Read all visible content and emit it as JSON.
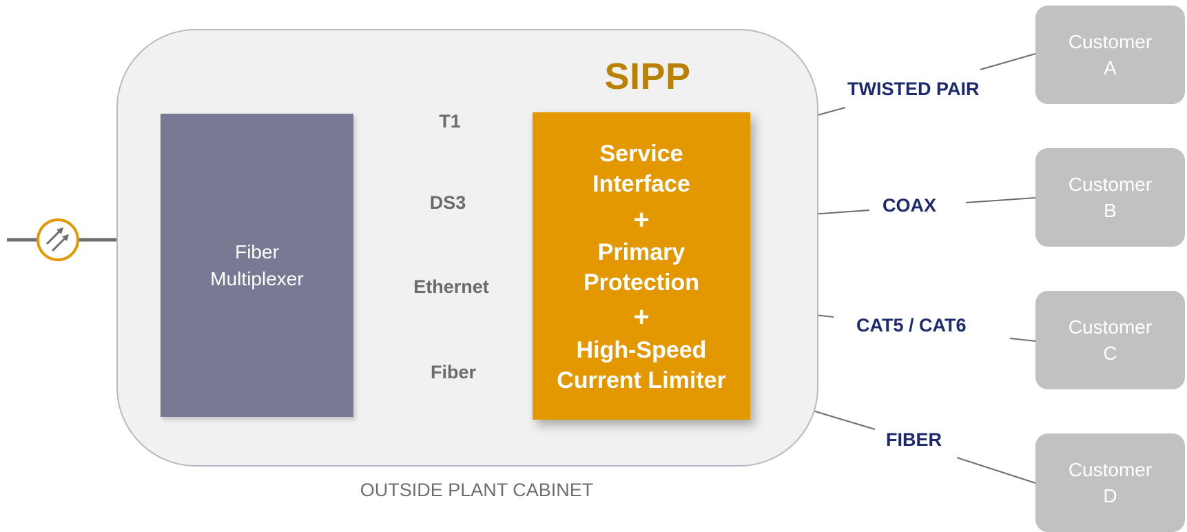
{
  "cabinet": {
    "label": "OUTSIDE PLANT CABINET",
    "fill_color": "#f1f1f1",
    "border_color": "#b9b9c6"
  },
  "sipp": {
    "title": "SIPP",
    "title_color": "#b98207",
    "box_color": "#e39700",
    "lines": [
      "Service",
      "Interface",
      "+",
      "Primary",
      "Protection",
      "+",
      "High-Speed",
      "Current Limiter"
    ]
  },
  "mux": {
    "label": "Fiber\nMultiplexer",
    "color": "#787a94"
  },
  "links": [
    "T1",
    "DS3",
    "Ethernet",
    "Fiber"
  ],
  "media": [
    "TWISTED PAIR",
    "COAX",
    "CAT5 / CAT6",
    "FIBER"
  ],
  "customers": [
    {
      "line1": "Customer",
      "line2": "A"
    },
    {
      "line1": "Customer",
      "line2": "B"
    },
    {
      "line1": "Customer",
      "line2": "C"
    },
    {
      "line1": "Customer",
      "line2": "D"
    }
  ],
  "colors": {
    "media_label": "#1e2a6e",
    "link_label": "#6b6b6b",
    "customer_fill": "#c1c1c1",
    "wire": "#6d6d6d",
    "input_icon": "#e39700"
  },
  "icons": {
    "input": "fiber-input-icon"
  }
}
